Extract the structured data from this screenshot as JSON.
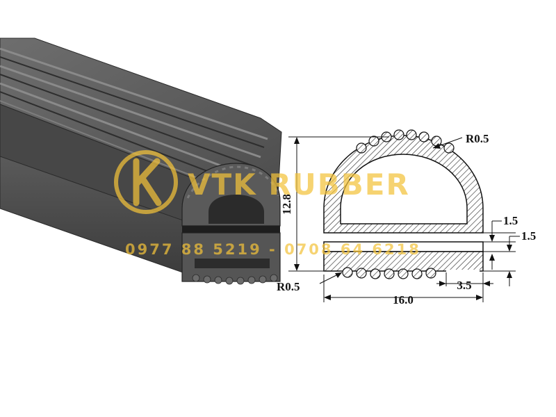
{
  "product_render": {
    "icon": "rubber-seal-profile-render"
  },
  "drawing": {
    "dims": {
      "height": "12.8",
      "width": "16.0",
      "slot_width": "3.5",
      "wall_thickness": "1.5",
      "gap": "1.5",
      "radius_top": "R0.5",
      "radius_bottom": "R0.5"
    }
  },
  "watermark": {
    "brand": "VTK RUBBER",
    "phone": "0977 88 5219 - 0708 64 6218",
    "color": "#f2c23a",
    "logo_icon": "vtk-k-logo"
  }
}
